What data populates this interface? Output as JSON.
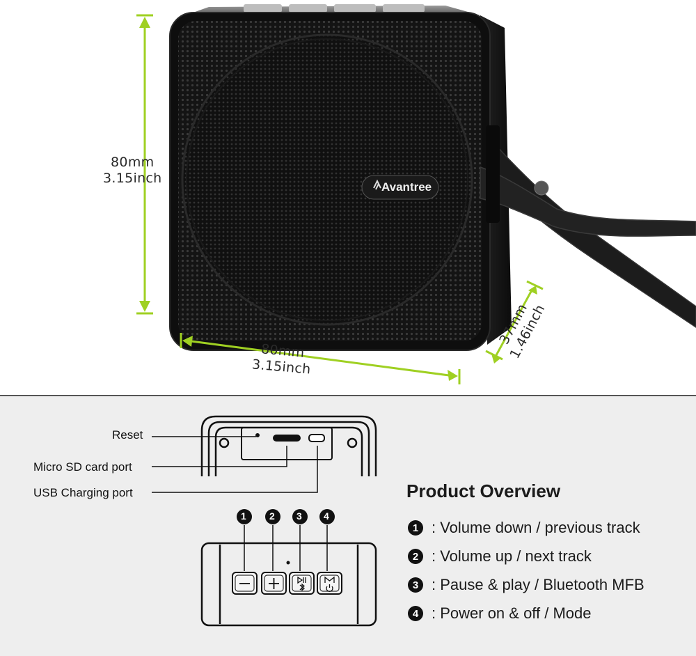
{
  "dimensions": {
    "height": {
      "mm": "80mm",
      "inch": "3.15inch"
    },
    "width": {
      "mm": "80mm",
      "inch": "3.15inch"
    },
    "depth": {
      "mm": "37mm",
      "inch": "1.46inch"
    }
  },
  "brand": {
    "name": "Avantree"
  },
  "ports": {
    "reset": "Reset",
    "micro_sd": "Micro SD card port",
    "usb": "USB Charging port"
  },
  "overview": {
    "title": "Product Overview",
    "items": [
      {
        "num": "1",
        "text": ": Volume down / previous track"
      },
      {
        "num": "2",
        "text": ": Volume up / next track"
      },
      {
        "num": "3",
        "text": ": Pause & play / Bluetooth MFB"
      },
      {
        "num": "4",
        "text": ": Power on & off / Mode"
      }
    ]
  },
  "buttons": [
    {
      "num": "1",
      "symbol": "—"
    },
    {
      "num": "2",
      "symbol": "+"
    },
    {
      "num": "3",
      "symbol": "▷II"
    },
    {
      "num": "4",
      "symbol": "M"
    }
  ],
  "colors": {
    "arrow": "#9fd022",
    "speaker_body": "#151515",
    "panel_bg": "#eeeeee"
  }
}
